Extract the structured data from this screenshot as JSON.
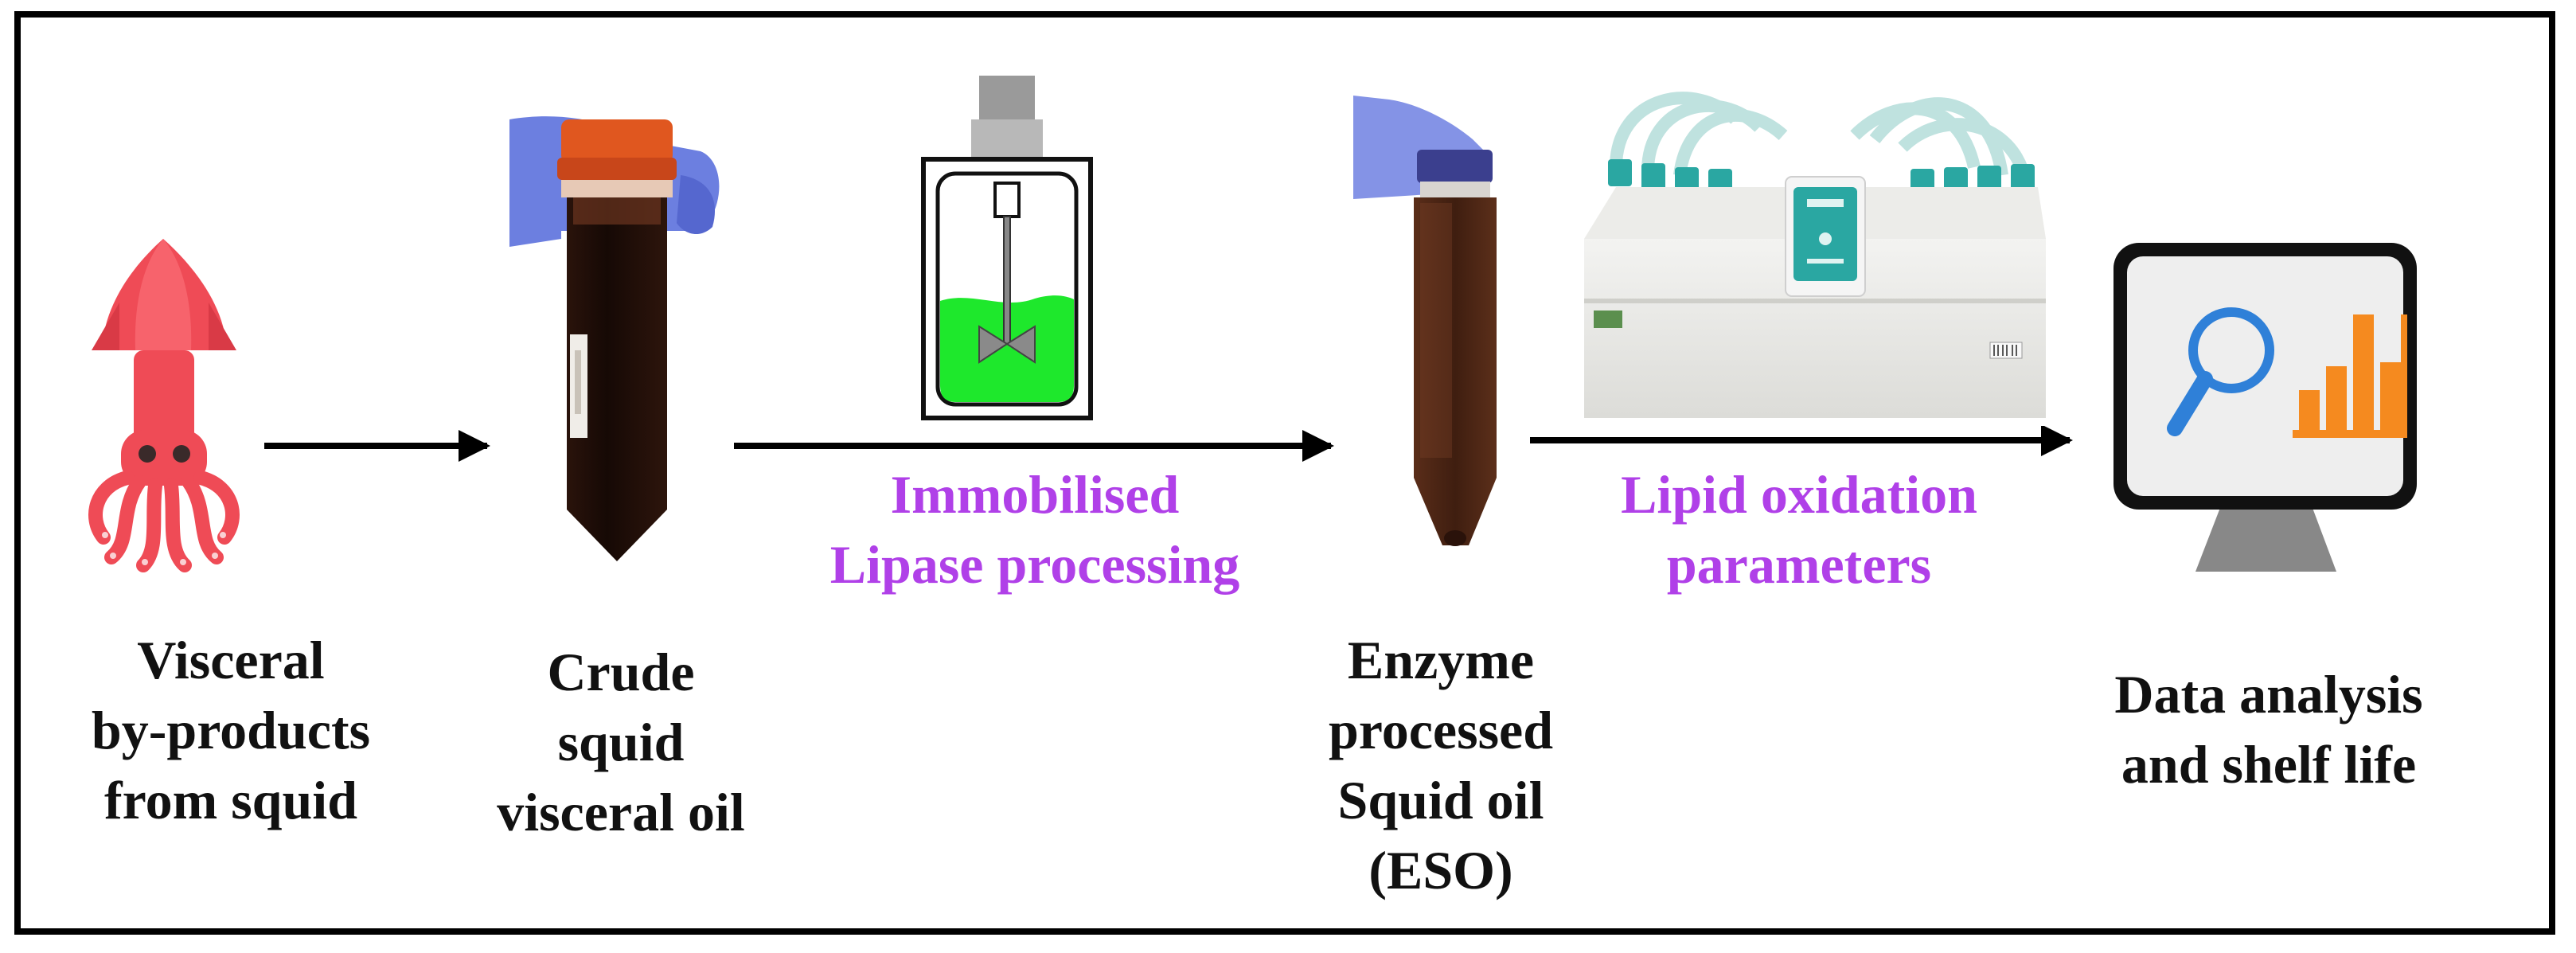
{
  "colors": {
    "border": "#000000",
    "arrow": "#000000",
    "process_text": "#b040e8",
    "squid": "#ef4b56",
    "oil_dark": "#1e0d08",
    "oil_processed": "#4a2414",
    "cap_orange": "#e0571f",
    "cap_blue": "#3b3f8e",
    "glove": "#6c7fe0",
    "reactor_liquid": "#1ee82c",
    "monitor_frame": "#111111",
    "monitor_screen": "#f2f2f2",
    "magnifier": "#2f80d8",
    "bars": "#f58a1f"
  },
  "icons": {
    "squid": "squid-icon",
    "crude_tube": "crude-oil-tube-photo",
    "reactor": "stirred-reactor-icon",
    "eso_tube": "processed-oil-tube-photo",
    "rancimat": "oxidation-instrument-photo",
    "monitor": "monitor-analysis-icon"
  },
  "nodes": {
    "visceral": [
      "Visceral",
      "by-products",
      "from squid"
    ],
    "crude": [
      "Crude",
      "squid",
      "visceral oil"
    ],
    "eso": [
      "Enzyme",
      "processed",
      "Squid oil",
      "(ESO)"
    ],
    "analysis": [
      "Data analysis",
      "and shelf life"
    ]
  },
  "processes": {
    "lipase": [
      "Immobilised",
      "Lipase processing"
    ],
    "oxidation": [
      "Lipid oxidation",
      "parameters"
    ]
  }
}
